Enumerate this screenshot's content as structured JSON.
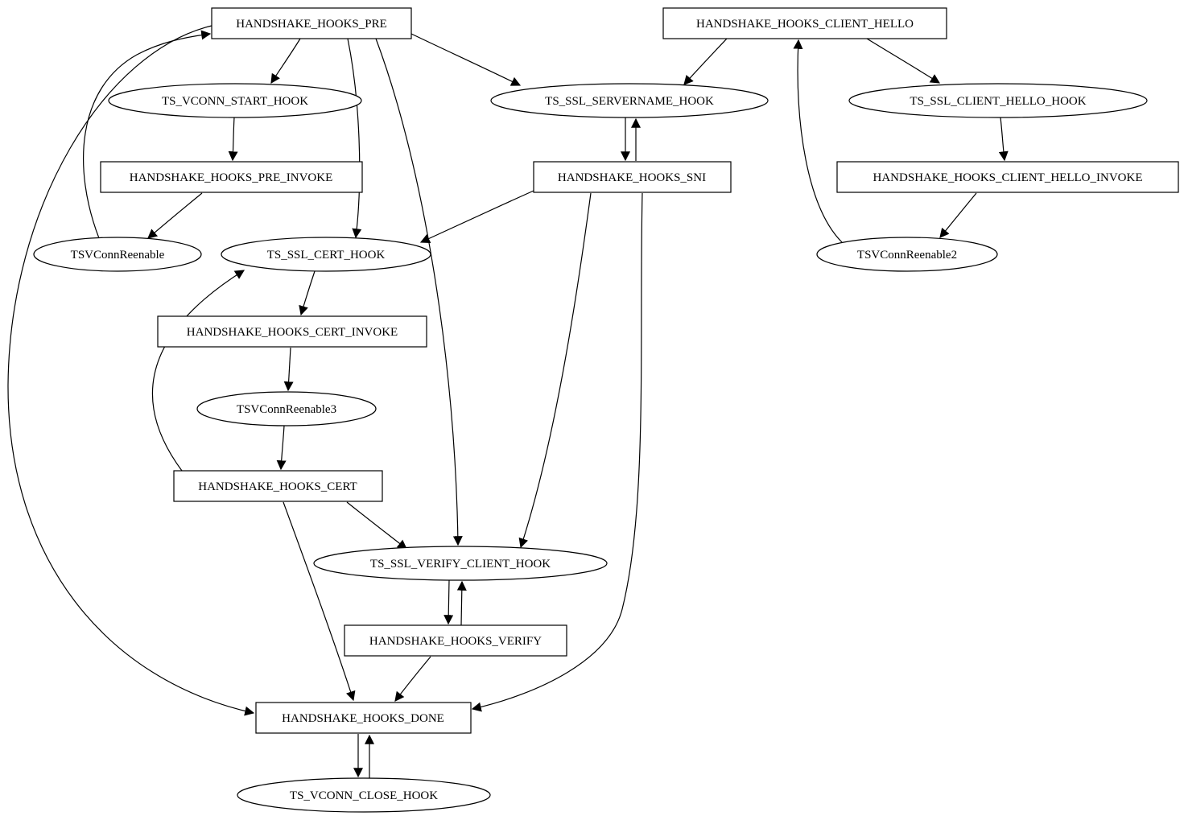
{
  "diagram": {
    "type": "directed-graph",
    "background_color": "#ffffff",
    "node_fill_color": "#ffffff",
    "node_stroke_color": "#000000",
    "edge_color": "#000000",
    "nodes": {
      "handshake_hooks_pre": {
        "label": "HANDSHAKE_HOOKS_PRE",
        "shape": "box"
      },
      "handshake_hooks_client_hello": {
        "label": "HANDSHAKE_HOOKS_CLIENT_HELLO",
        "shape": "box"
      },
      "ts_vconn_start_hook": {
        "label": "TS_VCONN_START_HOOK",
        "shape": "ellipse"
      },
      "ts_ssl_servername_hook": {
        "label": "TS_SSL_SERVERNAME_HOOK",
        "shape": "ellipse"
      },
      "ts_ssl_client_hello_hook": {
        "label": "TS_SSL_CLIENT_HELLO_HOOK",
        "shape": "ellipse"
      },
      "handshake_hooks_pre_invoke": {
        "label": "HANDSHAKE_HOOKS_PRE_INVOKE",
        "shape": "box"
      },
      "handshake_hooks_sni": {
        "label": "HANDSHAKE_HOOKS_SNI",
        "shape": "box"
      },
      "handshake_hooks_client_hello_invoke": {
        "label": "HANDSHAKE_HOOKS_CLIENT_HELLO_INVOKE",
        "shape": "box"
      },
      "tsvconnreenable": {
        "label": "TSVConnReenable",
        "shape": "ellipse"
      },
      "ts_ssl_cert_hook": {
        "label": "TS_SSL_CERT_HOOK",
        "shape": "ellipse"
      },
      "tsvconnreenable2": {
        "label": "TSVConnReenable2",
        "shape": "ellipse"
      },
      "handshake_hooks_cert_invoke": {
        "label": "HANDSHAKE_HOOKS_CERT_INVOKE",
        "shape": "box"
      },
      "tsvconnreenable3": {
        "label": "TSVConnReenable3",
        "shape": "ellipse"
      },
      "handshake_hooks_cert": {
        "label": "HANDSHAKE_HOOKS_CERT",
        "shape": "box"
      },
      "ts_ssl_verify_client_hook": {
        "label": "TS_SSL_VERIFY_CLIENT_HOOK",
        "shape": "ellipse"
      },
      "handshake_hooks_verify": {
        "label": "HANDSHAKE_HOOKS_VERIFY",
        "shape": "box"
      },
      "handshake_hooks_done": {
        "label": "HANDSHAKE_HOOKS_DONE",
        "shape": "box"
      },
      "ts_vconn_close_hook": {
        "label": "TS_VCONN_CLOSE_HOOK",
        "shape": "ellipse"
      }
    },
    "edges": [
      {
        "from": "HANDSHAKE_HOOKS_PRE",
        "to": "TS_VCONN_START_HOOK"
      },
      {
        "from": "HANDSHAKE_HOOKS_PRE",
        "to": "TS_SSL_SERVERNAME_HOOK"
      },
      {
        "from": "HANDSHAKE_HOOKS_PRE",
        "to": "TS_SSL_CERT_HOOK"
      },
      {
        "from": "HANDSHAKE_HOOKS_PRE",
        "to": "TS_SSL_VERIFY_CLIENT_HOOK"
      },
      {
        "from": "HANDSHAKE_HOOKS_PRE",
        "to": "HANDSHAKE_HOOKS_DONE"
      },
      {
        "from": "TS_VCONN_START_HOOK",
        "to": "HANDSHAKE_HOOKS_PRE_INVOKE"
      },
      {
        "from": "HANDSHAKE_HOOKS_PRE_INVOKE",
        "to": "TSVConnReenable"
      },
      {
        "from": "TSVConnReenable",
        "to": "HANDSHAKE_HOOKS_PRE"
      },
      {
        "from": "HANDSHAKE_HOOKS_CLIENT_HELLO",
        "to": "TS_SSL_SERVERNAME_HOOK"
      },
      {
        "from": "HANDSHAKE_HOOKS_CLIENT_HELLO",
        "to": "TS_SSL_CLIENT_HELLO_HOOK"
      },
      {
        "from": "TS_SSL_CLIENT_HELLO_HOOK",
        "to": "HANDSHAKE_HOOKS_CLIENT_HELLO_INVOKE"
      },
      {
        "from": "HANDSHAKE_HOOKS_CLIENT_HELLO_INVOKE",
        "to": "TSVConnReenable2"
      },
      {
        "from": "TSVConnReenable2",
        "to": "HANDSHAKE_HOOKS_CLIENT_HELLO"
      },
      {
        "from": "TS_SSL_SERVERNAME_HOOK",
        "to": "HANDSHAKE_HOOKS_SNI"
      },
      {
        "from": "HANDSHAKE_HOOKS_SNI",
        "to": "TS_SSL_SERVERNAME_HOOK"
      },
      {
        "from": "HANDSHAKE_HOOKS_SNI",
        "to": "TS_SSL_CERT_HOOK"
      },
      {
        "from": "HANDSHAKE_HOOKS_SNI",
        "to": "TS_SSL_VERIFY_CLIENT_HOOK"
      },
      {
        "from": "HANDSHAKE_HOOKS_SNI",
        "to": "HANDSHAKE_HOOKS_DONE"
      },
      {
        "from": "TS_SSL_CERT_HOOK",
        "to": "HANDSHAKE_HOOKS_CERT_INVOKE"
      },
      {
        "from": "HANDSHAKE_HOOKS_CERT_INVOKE",
        "to": "TSVConnReenable3"
      },
      {
        "from": "TSVConnReenable3",
        "to": "HANDSHAKE_HOOKS_CERT"
      },
      {
        "from": "HANDSHAKE_HOOKS_CERT",
        "to": "TS_SSL_CERT_HOOK"
      },
      {
        "from": "HANDSHAKE_HOOKS_CERT",
        "to": "TS_SSL_VERIFY_CLIENT_HOOK"
      },
      {
        "from": "HANDSHAKE_HOOKS_CERT",
        "to": "HANDSHAKE_HOOKS_DONE"
      },
      {
        "from": "TS_SSL_VERIFY_CLIENT_HOOK",
        "to": "HANDSHAKE_HOOKS_VERIFY"
      },
      {
        "from": "HANDSHAKE_HOOKS_VERIFY",
        "to": "TS_SSL_VERIFY_CLIENT_HOOK"
      },
      {
        "from": "HANDSHAKE_HOOKS_VERIFY",
        "to": "HANDSHAKE_HOOKS_DONE"
      },
      {
        "from": "HANDSHAKE_HOOKS_DONE",
        "to": "TS_VCONN_CLOSE_HOOK"
      },
      {
        "from": "TS_VCONN_CLOSE_HOOK",
        "to": "HANDSHAKE_HOOKS_DONE"
      }
    ]
  }
}
